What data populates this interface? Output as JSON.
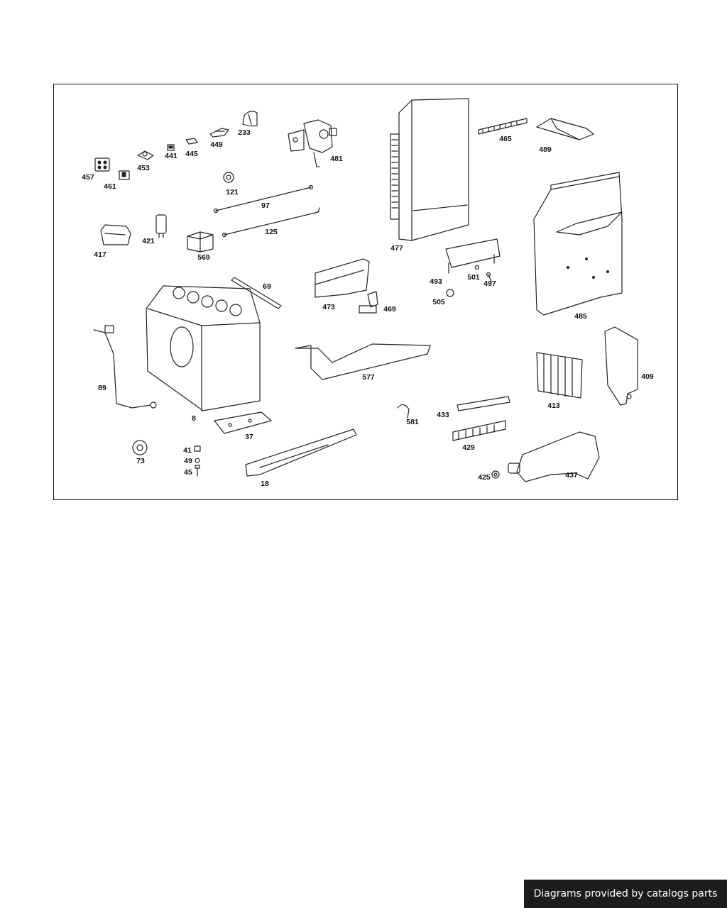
{
  "footer": {
    "text": "Diagrams provided by catalogs parts"
  },
  "callouts": {
    "c233": "233",
    "c481": "481",
    "c477": "477",
    "c465": "465",
    "c489": "489",
    "c449": "449",
    "c445": "445",
    "c441": "441",
    "c453": "453",
    "c457": "457",
    "c461": "461",
    "c121": "121",
    "c97": "97",
    "c125": "125",
    "c417": "417",
    "c421": "421",
    "c569": "569",
    "c69": "69",
    "c473": "473",
    "c469": "469",
    "c493": "493",
    "c501": "501",
    "c497": "497",
    "c505": "505",
    "c485": "485",
    "c89": "89",
    "c8": "8",
    "c577": "577",
    "c413": "413",
    "c409": "409",
    "c37": "37",
    "c581": "581",
    "c433": "433",
    "c429": "429",
    "c73": "73",
    "c41": "41",
    "c49": "49",
    "c45": "45",
    "c18": "18",
    "c425": "425",
    "c437": "437"
  }
}
